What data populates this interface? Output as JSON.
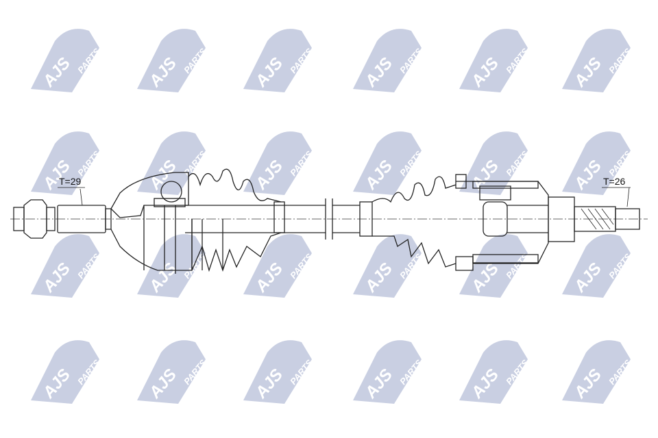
{
  "watermark": {
    "brand": "AJS",
    "sub": "PARTS",
    "color": "#c9cfe2"
  },
  "labels": {
    "left_spline_teeth": "T=29",
    "right_spline_teeth": "T=26"
  }
}
